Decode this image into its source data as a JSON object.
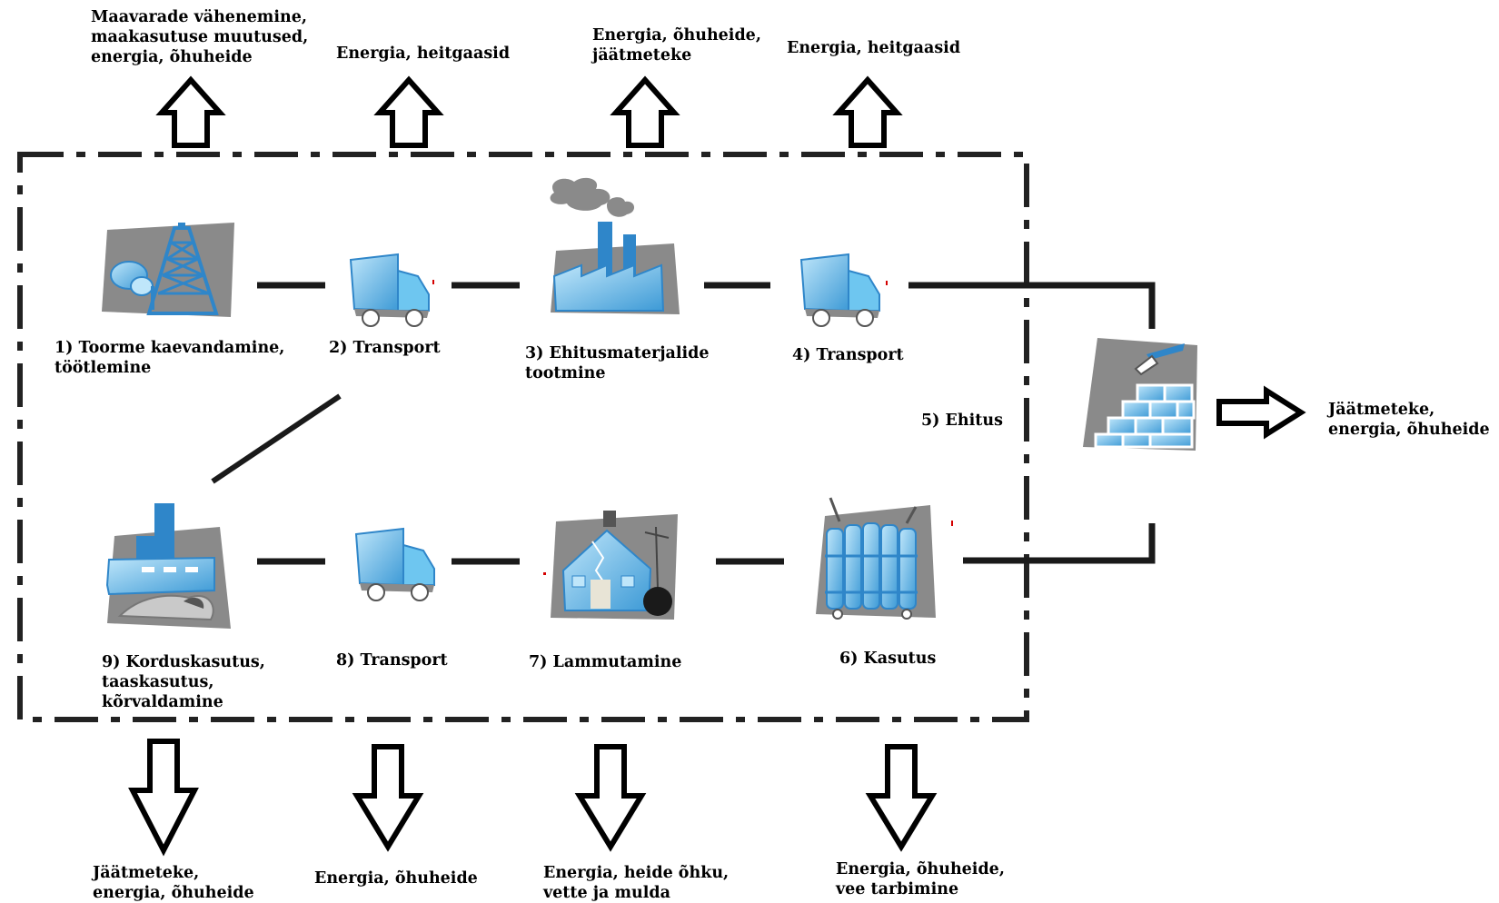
{
  "stages": [
    {
      "label_lines": [
        "1) Toorme kaevandamine,",
        "töötlemine"
      ],
      "icon": "oil-derrick-icon"
    },
    {
      "label_lines": [
        "2) Transport"
      ],
      "icon": "truck-icon"
    },
    {
      "label_lines": [
        "3) Ehitusmaterjalide",
        "tootmine"
      ],
      "icon": "factory-icon"
    },
    {
      "label_lines": [
        "4) Transport"
      ],
      "icon": "truck-icon"
    },
    {
      "label_lines": [
        "5) Ehitus"
      ],
      "icon": "brick-wall-trowel-icon"
    },
    {
      "label_lines": [
        "6) Kasutus"
      ],
      "icon": "radiator-icon"
    },
    {
      "label_lines": [
        "7) Lammutamine"
      ],
      "icon": "demolition-house-icon"
    },
    {
      "label_lines": [
        "8) Transport"
      ],
      "icon": "truck-icon"
    },
    {
      "label_lines": [
        "9) Korduskasutus,",
        "taaskasutus,",
        "kõrvaldamine"
      ],
      "icon": "recycling-plant-icon"
    }
  ],
  "outputs_top": [
    {
      "lines": [
        "Maavarade vähenemine,",
        "maakasutuse muutused,",
        "energia, õhuheide"
      ]
    },
    {
      "lines": [
        "Energia, heitgaasid"
      ]
    },
    {
      "lines": [
        "Energia, õhuheide,",
        "jäätmeteke"
      ]
    },
    {
      "lines": [
        "Energia, heitgaasid"
      ]
    }
  ],
  "outputs_bottom": [
    {
      "lines": [
        "Jäätmeteke,",
        "energia, õhuheide"
      ]
    },
    {
      "lines": [
        "Energia, õhuheide"
      ]
    },
    {
      "lines": [
        "Energia, heide õhku,",
        "vette ja mulda"
      ]
    },
    {
      "lines": [
        "Energia, õhuheide,",
        "vee tarbimine"
      ]
    }
  ],
  "output_right": {
    "lines": [
      "Jäätmeteke,",
      "energia, õhuheide"
    ]
  },
  "colors": {
    "icon_blue": "#6ec6f0",
    "icon_blue_dark": "#2f86c9",
    "icon_gray": "#8a8a8a",
    "line": "#1a1a1a",
    "frame": "#222222"
  }
}
